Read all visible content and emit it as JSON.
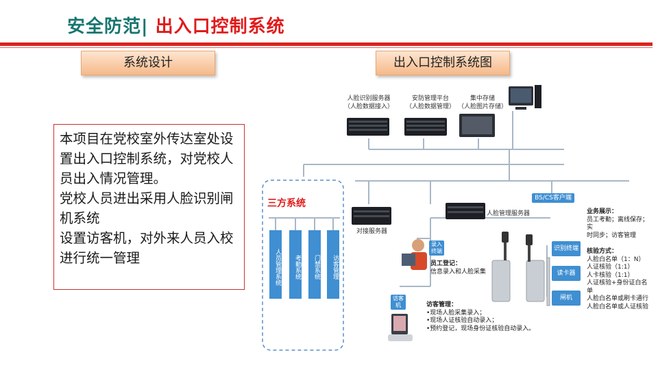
{
  "header": {
    "title_main": "安全防范",
    "title_sep": "| ",
    "title_sub": "出入口控制系统"
  },
  "tags": {
    "left": "系统设计",
    "right": "出入口控制系统图"
  },
  "description": {
    "lines": [
      "本项目在党校室外传达室处设置出入口控制系统，对党校人员出入情况管理。",
      "党校人员进出采用人脸识别闸机系统",
      "设置访客机，对外来人员入校进行统一管理"
    ]
  },
  "diagram": {
    "servers": {
      "face_server": "人脸识别服务器",
      "face_server_sub": "（人脸数据接入）",
      "security_platform": "安防管理平台",
      "security_platform_sub": "（人脸数据管理）",
      "storage": "集中存储",
      "storage_sub": "（人脸图片存储）"
    },
    "third_party": {
      "title": "三方系统",
      "columns": [
        "人员管理系统",
        "考勤系统",
        "门禁系统",
        "访客管理"
      ]
    },
    "docking_server": "对接服务器",
    "face_mgmt_server": "人脸管理服务器",
    "bs_cs_client": "BS/CS客户端",
    "entry_terminal": "录入终端",
    "staff_register_title": "员工登记：",
    "staff_register_text": "信息录入和人脸采集",
    "visitor_machine": "访客机",
    "visitor_mgmt": {
      "title": "访客管理：",
      "items": [
        "•现场人脸采集录入；",
        "•现场人证核验自动录入；",
        "•预约登记，现场身份证核验自动录入。"
      ]
    },
    "devices": [
      "识别终端",
      "读卡器",
      "闸机"
    ],
    "business": {
      "title": "业务展示：",
      "text": [
        "员工考勤；离线保存；实",
        "时同步；访客管理"
      ]
    },
    "verify": {
      "title": "核验方式：",
      "items": [
        "人脸白名单（1：N）",
        "人证核验（1:1）",
        "人卡核验（1:1）",
        "人证核验+身份证白名单",
        "人脸白名单或刷卡通行",
        "人脸白名单或人证核验"
      ]
    }
  }
}
